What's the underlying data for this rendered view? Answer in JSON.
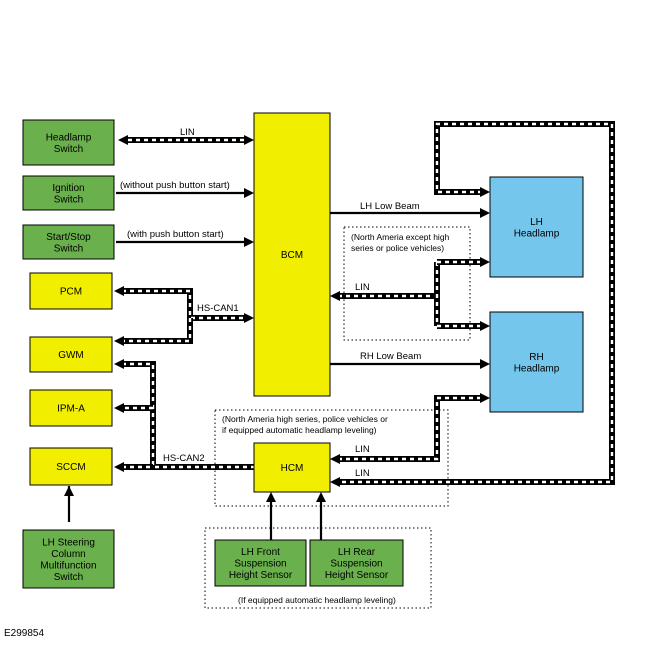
{
  "colors": {
    "module_green": "#6ab04c",
    "module_yellow": "#f2ee00",
    "headlamp_blue": "#74c6ec",
    "border": "#000000",
    "bus_dash": "#ffffff"
  },
  "modules": {
    "headlamp_switch": [
      "Headlamp",
      "Switch"
    ],
    "ignition_switch": [
      "Ignition",
      "Switch"
    ],
    "start_stop_switch": [
      "Start/Stop",
      "Switch"
    ],
    "pcm": [
      "PCM"
    ],
    "gwm": [
      "GWM"
    ],
    "ipm_a": [
      "IPM-A"
    ],
    "sccm": [
      "SCCM"
    ],
    "bcm": [
      "BCM"
    ],
    "hcm": [
      "HCM"
    ],
    "lh_headlamp": [
      "LH",
      "Headlamp"
    ],
    "rh_headlamp": [
      "RH",
      "Headlamp"
    ],
    "lh_steering_column_switch": [
      "LH Steering",
      "Column",
      "Multifunction",
      "Switch"
    ],
    "lh_front_height_sensor": [
      "LH Front",
      "Suspension",
      "Height Sensor"
    ],
    "lh_rear_height_sensor": [
      "LH Rear",
      "Suspension",
      "Height Sensor"
    ]
  },
  "labels": {
    "lin_headlamp_switch": "LIN",
    "without_push_button": "(without push button start)",
    "with_push_button": "(with push button start)",
    "lh_low_beam": "LH Low Beam",
    "rh_low_beam": "RH Low Beam",
    "hs_can1": "HS-CAN1",
    "hs_can2": "HS-CAN2",
    "lin_bcm_headlamps": "LIN",
    "lin_hcm_headlamps": "LIN",
    "lin_hcm_bcm_loop": "LIN"
  },
  "notes": {
    "na_except_high": [
      "(North Ameria except high",
      "series or police vehicles)"
    ],
    "na_high_series": [
      "(North Ameria high series, police vehicles or",
      "if equipped automatic headlamp leveling)"
    ],
    "if_equipped_leveling": "(If equipped automatic headlamp leveling)"
  },
  "figure_id": "E299854"
}
